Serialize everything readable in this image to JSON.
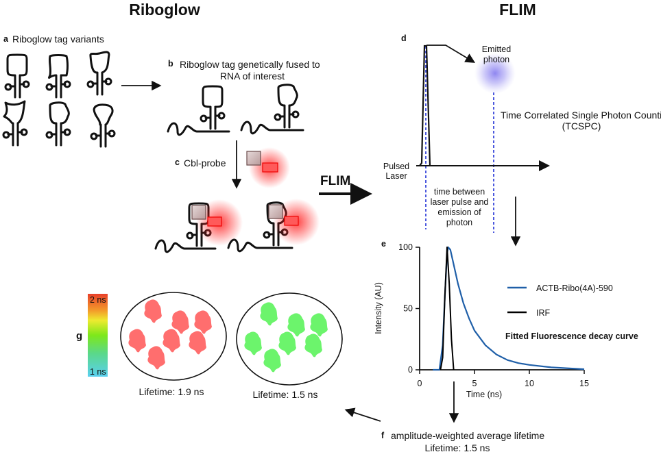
{
  "titles": {
    "left": "Riboglow",
    "right": "FLIM"
  },
  "panel_a": {
    "letter": "a",
    "label": "Riboglow tag variants"
  },
  "panel_b": {
    "letter": "b",
    "line1": "Riboglow tag genetically fused to",
    "line2": "RNA of interest"
  },
  "panel_c": {
    "letter": "c",
    "label": "Cbl-probe"
  },
  "flim_arrow_label": "FLIM",
  "panel_d": {
    "letter": "d",
    "emitted": [
      "Emitted",
      "photon"
    ],
    "tcspc": [
      "Time Correlated Single Photon Counting",
      "(TCSPC)"
    ],
    "pulsed": [
      "Pulsed",
      "Laser"
    ],
    "interval": [
      "time between",
      "laser pulse and",
      "emission of",
      "photon"
    ],
    "photon_color": "#8f86f0",
    "dash_color": "#1f2fd6"
  },
  "panel_f": {
    "letter": "f",
    "label": "amplitude-weighted average lifetime",
    "value": "Lifetime: 1.5 ns"
  },
  "panel_g": {
    "letter": "g",
    "scale_top": "2 ns",
    "scale_bottom": "1 ns",
    "cells": [
      {
        "label": "Lifetime: 1.9 ns",
        "color": "#ff6e6e"
      },
      {
        "label": "Lifetime: 1.5 ns",
        "color": "#6cf46c"
      }
    ]
  },
  "chart_data": {
    "type": "line",
    "panel_letter": "e",
    "title": "Fitted Fluorescence decay curve",
    "xlabel": "Time (ns)",
    "ylabel": "Intensity (AU)",
    "xlim": [
      0,
      15
    ],
    "ylim": [
      0,
      100
    ],
    "xticks": [
      "0",
      "5",
      "10",
      "15"
    ],
    "yticks": [
      "0",
      "50",
      "100"
    ],
    "legend_placement": "right",
    "grid": false,
    "series": [
      {
        "name": "ACTB-Ribo(4A)-590",
        "color": "#1f5fa8",
        "x": [
          1.2,
          1.8,
          2.1,
          2.3,
          2.5,
          2.6,
          2.8,
          3.0,
          3.5,
          4.0,
          4.5,
          5.0,
          6.0,
          7.0,
          8.0,
          9.0,
          10.0,
          12.0,
          15.0
        ],
        "y": [
          0,
          0,
          20,
          60,
          95,
          100,
          98,
          90,
          70,
          54,
          42,
          32,
          20,
          12.5,
          8,
          5.5,
          4,
          2,
          0.5
        ]
      },
      {
        "name": "IRF",
        "color": "#000000",
        "x": [
          1.9,
          2.1,
          2.3,
          2.5,
          2.7,
          2.9,
          3.1
        ],
        "y": [
          0,
          10,
          60,
          100,
          70,
          25,
          0
        ]
      }
    ]
  }
}
